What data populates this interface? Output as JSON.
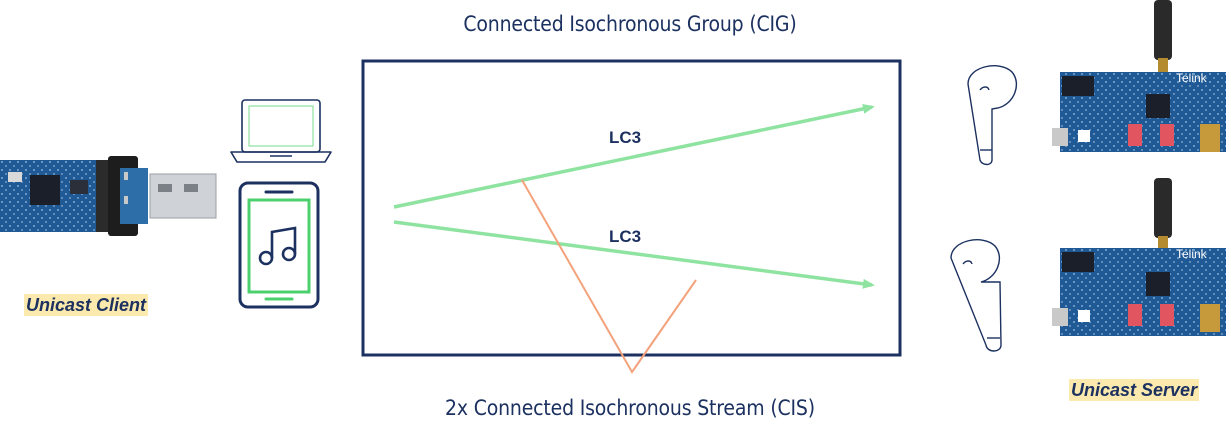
{
  "diagram": {
    "group_title": "Connected Isochronous Group (CIG)",
    "stream_title": "2x Connected Isochronous Stream (CIS)",
    "client_label": "Unicast Client",
    "server_label": "Unicast Server",
    "streams": [
      {
        "codec": "LC3"
      },
      {
        "codec": "LC3"
      }
    ],
    "board_brand": "Telink"
  },
  "colors": {
    "navy": "#1c3160",
    "stream_green": "#8fe3a0",
    "callout_orange": "#f3a27c",
    "label_highlight": "#fbe9ad",
    "pcb_blue": "#1f5a96",
    "icon_green": "#4cd06d"
  },
  "icons": [
    "usb-dongle-icon",
    "laptop-icon",
    "phone-music-icon",
    "earbud-icon",
    "dev-board-icon"
  ]
}
